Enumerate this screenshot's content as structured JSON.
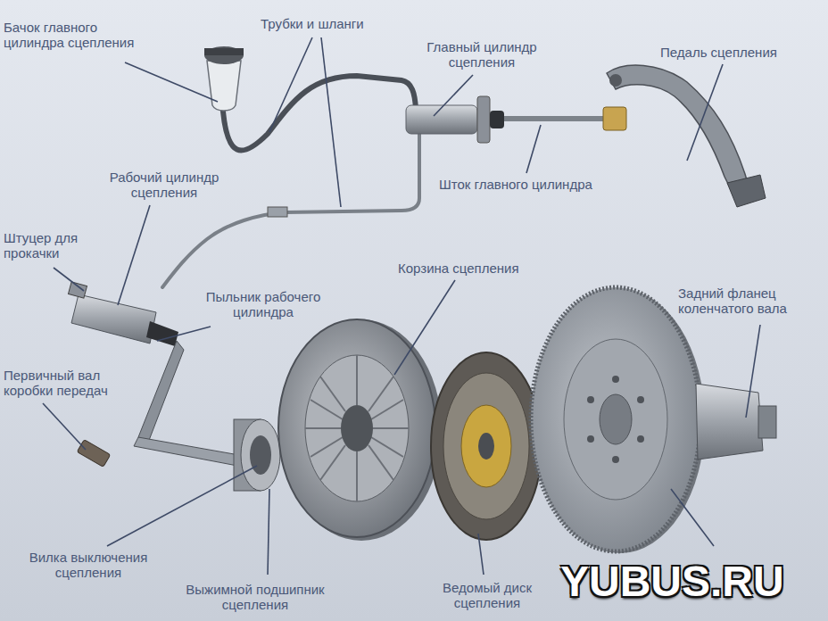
{
  "diagram": {
    "labels": [
      "Бачок главного цилиндра сцепления",
      "Трубки и шланги",
      "Главный цилиндр сцепления",
      "Педаль сцепления",
      "Шток главного цилиндра",
      "Рабочий цилиндр сцепления",
      "Штуцер для прокачки",
      "Пыльник рабочего цилиндра",
      "Корзина сцепления",
      "Задний фланец коленчатого вала",
      "Первичный вал коробки передач",
      "Вилка выключения сцепления",
      "Выжимной подшипник сцепления",
      "Ведомый диск сцепления",
      "YUBUS.RU"
    ]
  }
}
